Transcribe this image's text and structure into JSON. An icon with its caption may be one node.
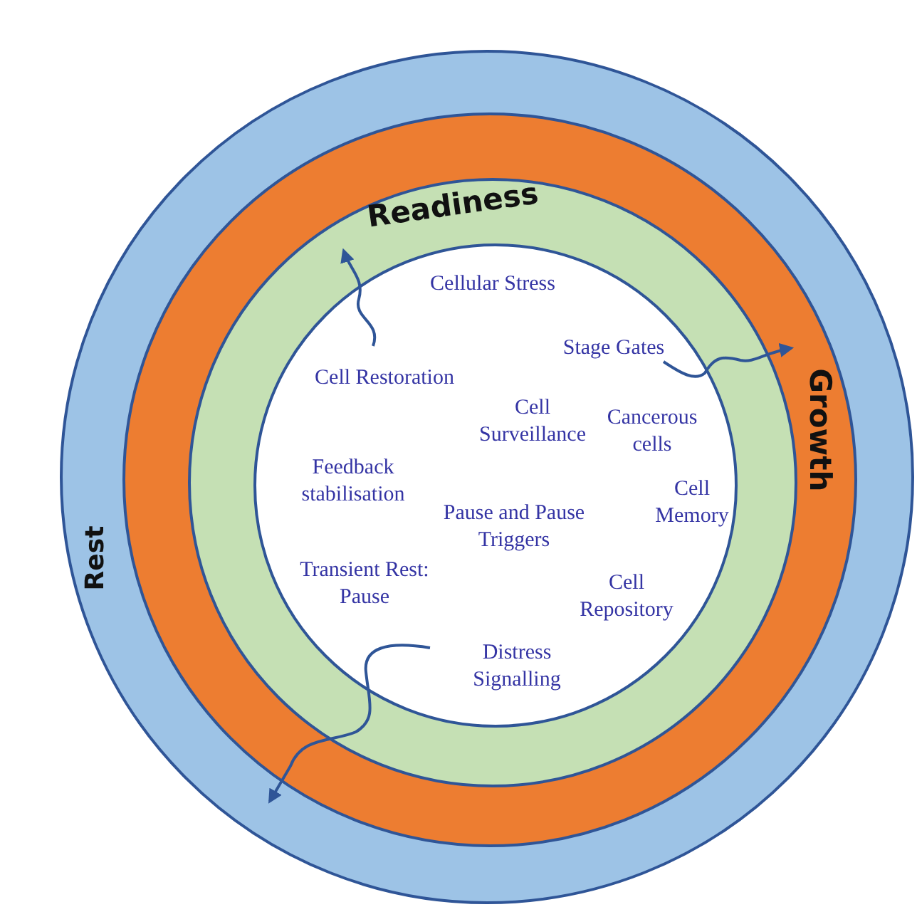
{
  "diagram": {
    "nodes": [
      {
        "text": [
          "Rest"
        ]
      },
      {
        "text": [
          "Growth"
        ],
        "in": 0
      },
      {
        "text": [
          "Readiness"
        ],
        "in": 1
      },
      {
        "text": [],
        "shape": "circle",
        "in": 2
      },
      {
        "text": [
          "Cell Restoration"
        ],
        "in": 3
      },
      {
        "text": [
          "Stage Gates"
        ],
        "in": 3
      },
      {
        "text": [
          "Distress Signalling"
        ],
        "in": 3
      }
    ],
    "edges": [
      {
        "from": 4,
        "to": 2,
        "arrow": "to"
      },
      {
        "from": 5,
        "to": 1,
        "arrow": "to"
      },
      {
        "from": 6,
        "to": 0,
        "arrow": "to"
      }
    ],
    "labels": [
      "Cellular Stress",
      "Cell Surveillance",
      "Cancerous cells",
      "Feedback stabilisation",
      "Pause and Pause Triggers",
      "Cell Memory",
      "Transient Rest: Pause",
      "Cell Repository"
    ]
  }
}
